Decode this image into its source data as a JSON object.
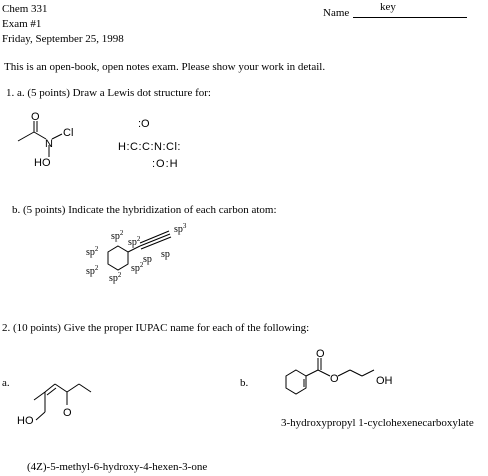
{
  "header": {
    "course": "Chem 331",
    "exam": "Exam #1",
    "date": "Friday, September  25, 1998",
    "name_label": "Name",
    "name_value": "key"
  },
  "intro": "This is an open-book, open notes exam.  Please show your work in detail.",
  "q1a": {
    "prompt": "1.  a. (5 points) Draw a Lewis dot structure for:",
    "mol_labels": {
      "o": "O",
      "n": "N",
      "cl": "Cl",
      "ho": "HO"
    },
    "lewis": {
      "line1": ":O",
      "line2": "H:C:C:N:Cl:",
      "line3": ":O:H"
    }
  },
  "q1b": {
    "prompt": "b. (5 points)  Indicate the hybridization of each carbon atom:",
    "sp3": "sp",
    "sp3_sup": "3",
    "sp2_sup": "2",
    "sp2": "sp",
    "sp": "sp"
  },
  "q2": {
    "prompt": "2.   (10 points) Give the proper IUPAC name for each of the following:",
    "a_label": "a.",
    "a_ho": "HO",
    "a_o": "O",
    "a_answer": "(4Z)-5-methyl-6-hydroxy-4-hexen-3-one",
    "b_label": "b.",
    "b_o": "O",
    "b_o2": "O",
    "b_oh": "OH",
    "b_answer": "3-hydroxypropyl 1-cyclohexenecarboxylate"
  }
}
